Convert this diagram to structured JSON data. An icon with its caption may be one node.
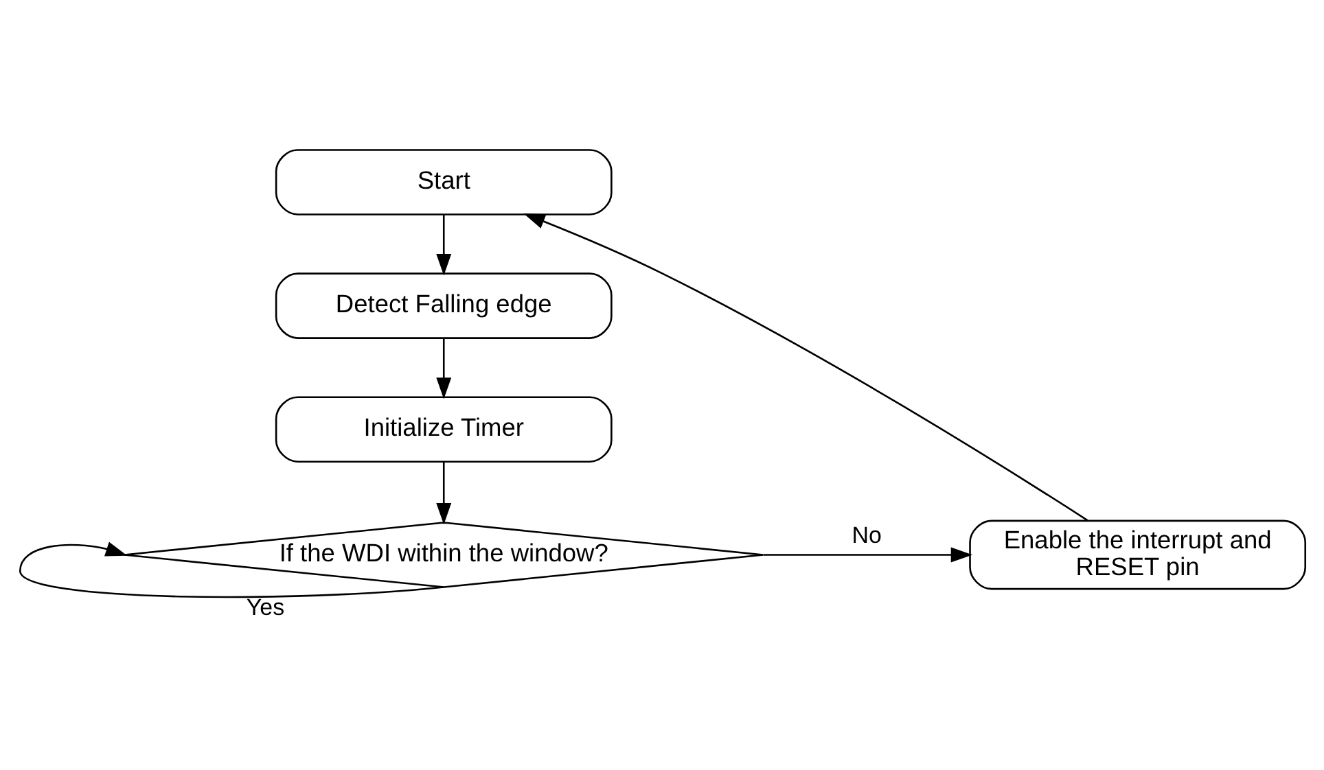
{
  "diagram": {
    "nodes": [
      {
        "text": [
          "Start"
        ]
      },
      {
        "text": [
          "Detect Falling edge"
        ]
      },
      {
        "text": [
          "Initialize Timer"
        ]
      },
      {
        "text": [
          "If the WDI within the window?"
        ]
      },
      {
        "text": [
          "Enable the interrupt and RESET pin"
        ]
      }
    ],
    "edges": [
      {
        "from": 0,
        "to": 1,
        "arrow": "to"
      },
      {
        "from": 1,
        "to": 2,
        "arrow": "to"
      },
      {
        "from": 2,
        "to": 3,
        "arrow": "to"
      },
      {
        "from": 3,
        "to": 4,
        "arrow": "to",
        "label": "No"
      },
      {
        "from": 4,
        "to": 0,
        "arrow": "to"
      },
      {
        "from": 3,
        "to": 3,
        "arrow": "to",
        "label": "Yes"
      }
    ]
  }
}
